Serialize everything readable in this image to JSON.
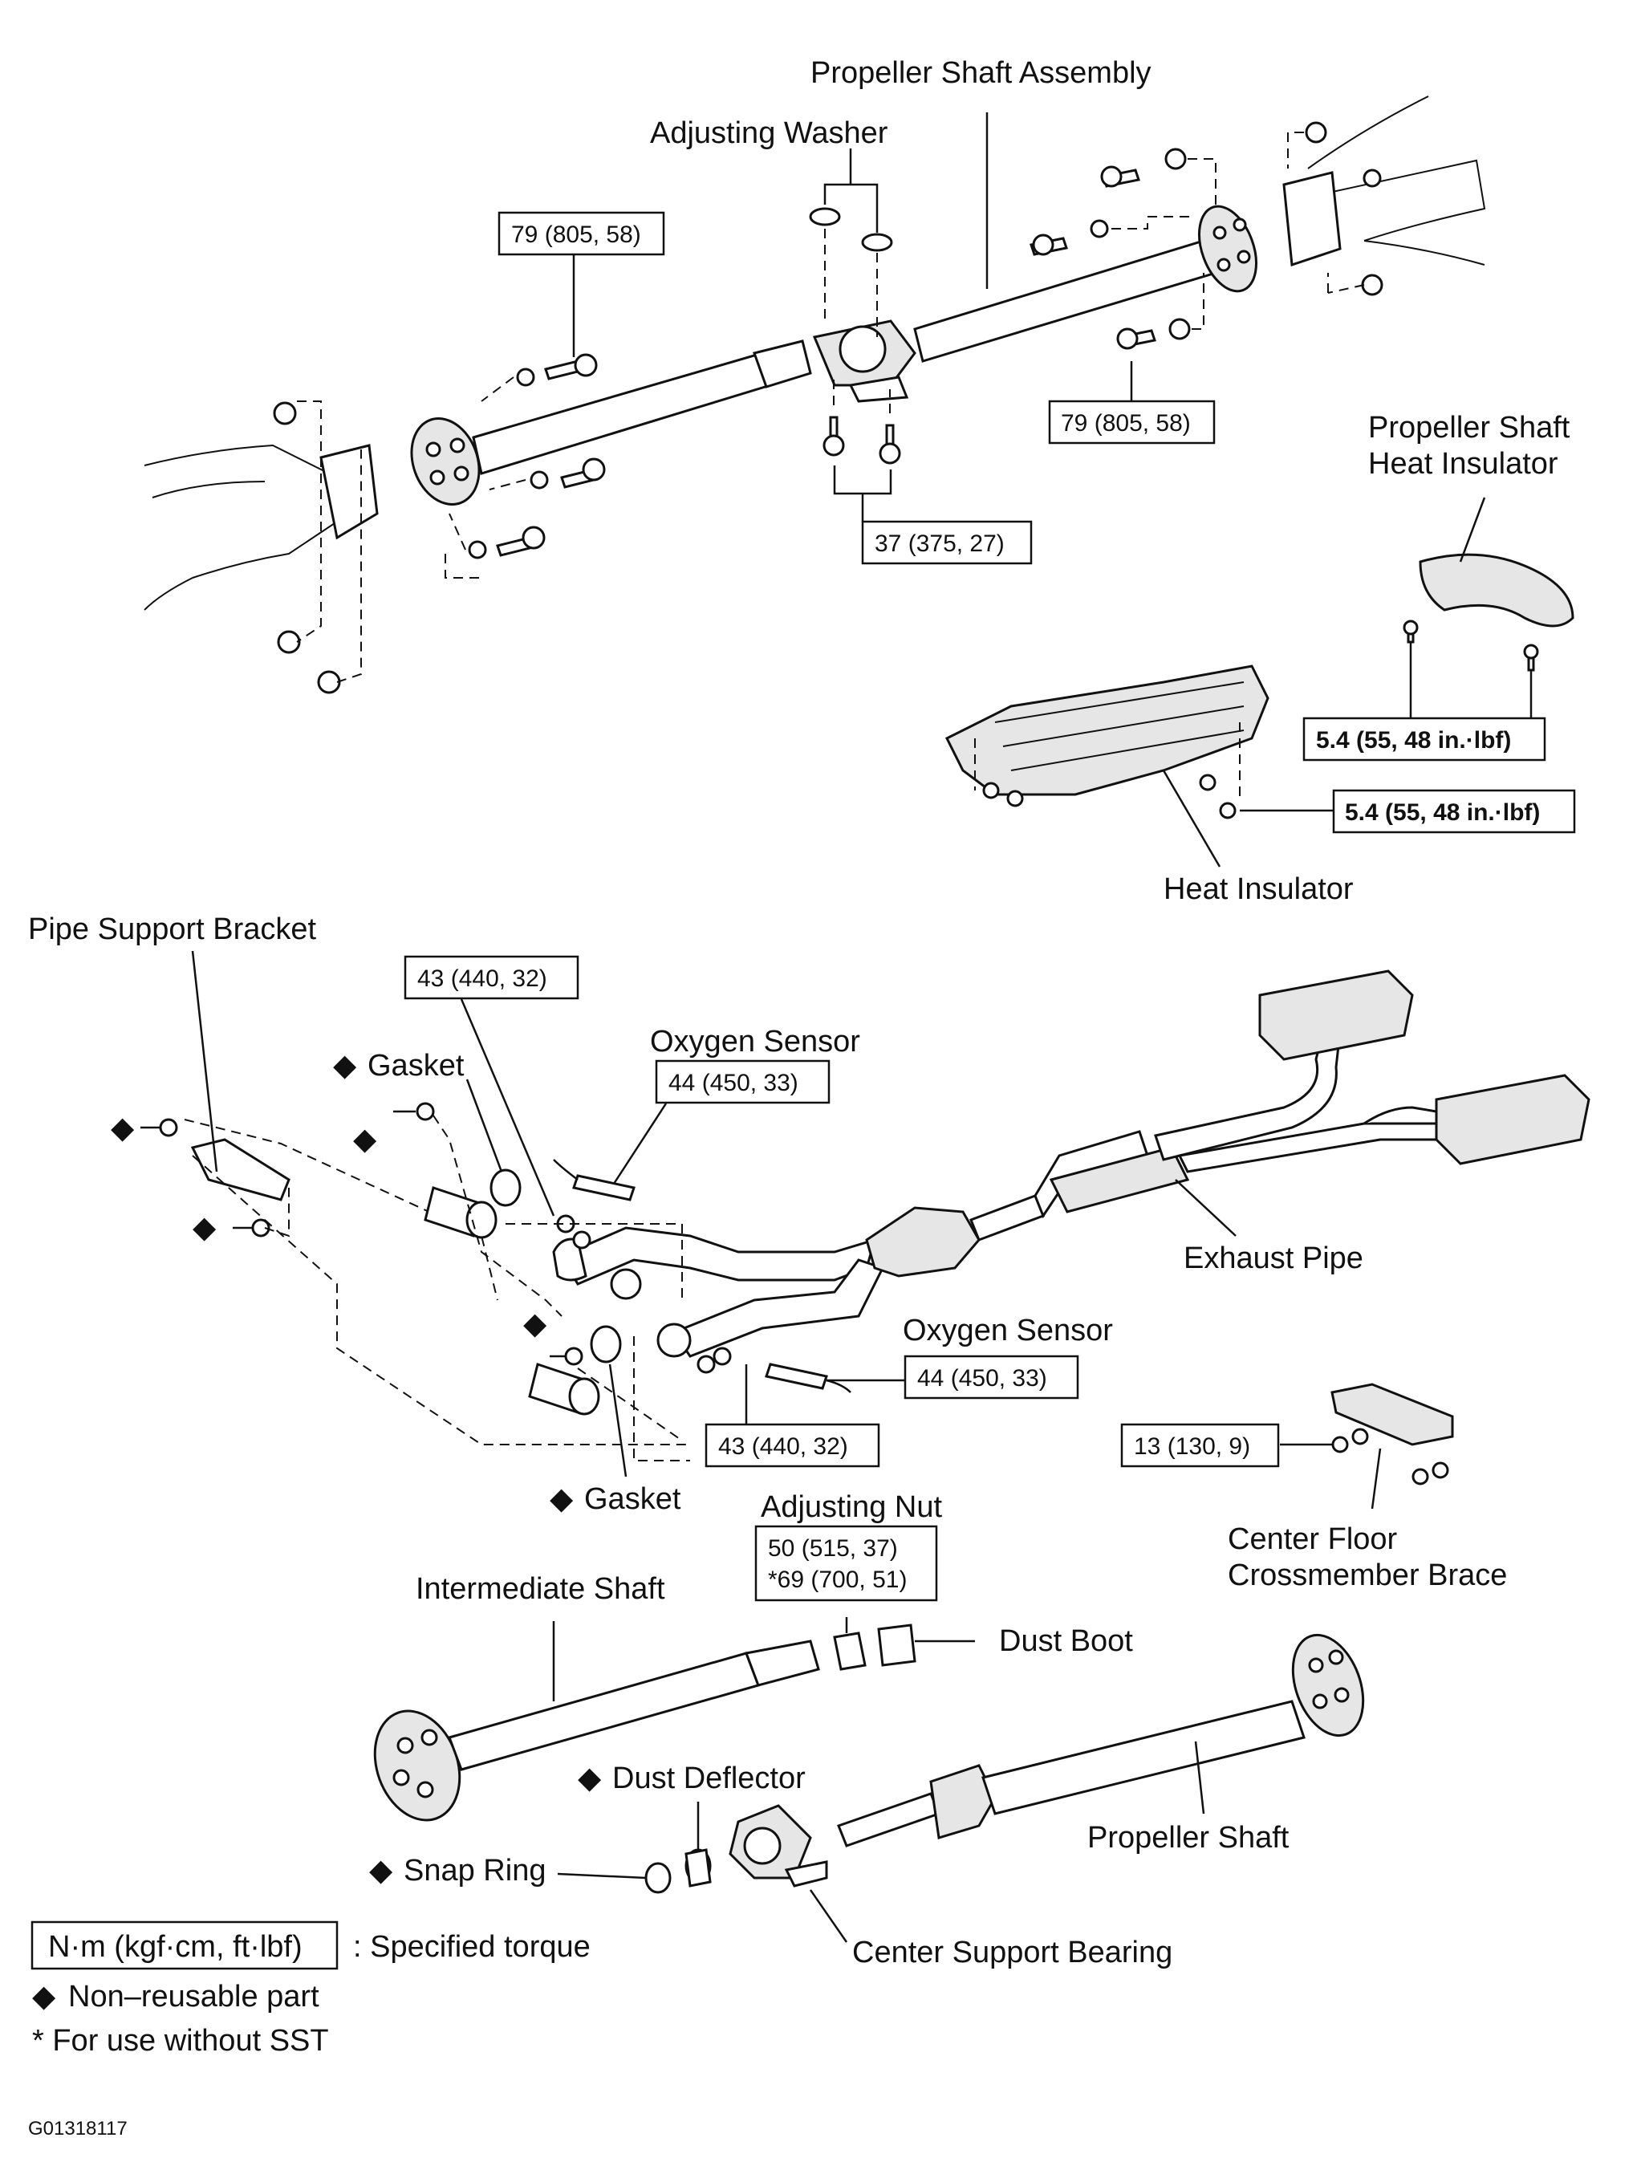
{
  "labels": {
    "propeller_shaft_assembly": "Propeller Shaft Assembly",
    "adjusting_washer": "Adjusting Washer",
    "propeller_shaft_heat_insulator_1": "Propeller Shaft",
    "propeller_shaft_heat_insulator_2": "Heat Insulator",
    "heat_insulator": "Heat Insulator",
    "pipe_support_bracket": "Pipe Support Bracket",
    "gasket_upper": "Gasket",
    "gasket_lower": "Gasket",
    "oxygen_sensor_upper": "Oxygen Sensor",
    "oxygen_sensor_lower": "Oxygen Sensor",
    "exhaust_pipe": "Exhaust Pipe",
    "adjusting_nut": "Adjusting Nut",
    "center_floor_brace_1": "Center Floor",
    "center_floor_brace_2": "Crossmember Brace",
    "intermediate_shaft": "Intermediate Shaft",
    "dust_boot": "Dust Boot",
    "dust_deflector": "Dust Deflector",
    "snap_ring": "Snap Ring",
    "propeller_shaft": "Propeller Shaft",
    "center_support_bearing": "Center Support Bearing"
  },
  "torques": {
    "t79_left": "79 (805, 58)",
    "t79_right": "79 (805, 58)",
    "t37": "37 (375, 27)",
    "t54_upper": "5.4 (55, 48 in.·lbf)",
    "t54_lower": "5.4 (55, 48 in.·lbf)",
    "t43_upper": "43 (440, 32)",
    "t44_upper": "44 (450, 33)",
    "t44_lower": "44 (450, 33)",
    "t43_lower": "43 (440, 32)",
    "t13": "13 (130, 9)",
    "t50_line1": "50 (515, 37)",
    "t50_line2": "*69 (700, 51)"
  },
  "legend": {
    "unit_box": "N·m (kgf·cm, ft·lbf)",
    "unit_desc": ": Specified torque",
    "non_reusable": "Non–reusable part",
    "sst_note": "* For use without SST"
  },
  "diamond": "◆",
  "figure_code": "G01318117"
}
